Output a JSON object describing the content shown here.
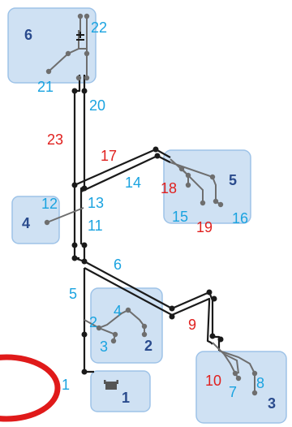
{
  "diagram": {
    "colors": {
      "box_fill": "#cfe1f3",
      "box_stroke": "#9ec3e8",
      "line": "#1a1a1a",
      "node": "#6e6e6e",
      "label_cyan": "#1aa3e0",
      "label_red": "#e0201e",
      "label_navy": "#2a4b8d",
      "ring": "#e01a1a"
    },
    "box_labels": {
      "b1": "1",
      "b2": "2",
      "b3": "3",
      "b4": "4",
      "b5": "5",
      "b6": "6"
    },
    "cyan_labels": {
      "l22": "22",
      "l21": "21",
      "l20": "20",
      "l14": "14",
      "l12": "12",
      "l13": "13",
      "l11": "11",
      "l15": "15",
      "l16": "16",
      "l6": "6",
      "l5": "5",
      "l4": "4",
      "l2": "2",
      "l3": "3",
      "l1": "1",
      "l7": "7",
      "l8": "8"
    },
    "red_labels": {
      "l23": "23",
      "l17": "17",
      "l18": "18",
      "l19": "19",
      "l9": "9",
      "l10": "10"
    }
  }
}
